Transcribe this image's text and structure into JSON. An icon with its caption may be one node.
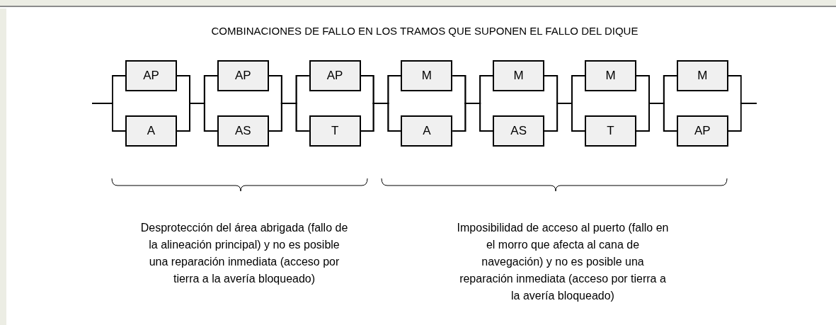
{
  "diagram": {
    "title": "COMBINACIONES DE FALLO EN LOS TRAMOS QUE SUPONEN EL FALLO DEL DIQUE",
    "nodes": [
      {
        "text": [
          "AP"
        ]
      },
      {
        "text": [
          "A"
        ]
      },
      {
        "text": [
          "AP"
        ]
      },
      {
        "text": [
          "AS"
        ]
      },
      {
        "text": [
          "AP"
        ]
      },
      {
        "text": [
          "T"
        ]
      },
      {
        "text": [
          "M"
        ]
      },
      {
        "text": [
          "A"
        ]
      },
      {
        "text": [
          "M"
        ]
      },
      {
        "text": [
          "AS"
        ]
      },
      {
        "text": [
          "M"
        ]
      },
      {
        "text": [
          "T"
        ]
      },
      {
        "text": [
          "M"
        ]
      },
      {
        "text": [
          "AP"
        ]
      }
    ],
    "edges": [
      {
        "from": null,
        "to": 0,
        "arrow": "none"
      },
      {
        "from": null,
        "to": 1,
        "arrow": "none"
      },
      {
        "from": 0,
        "to": 2,
        "arrow": "none"
      },
      {
        "from": 0,
        "to": 3,
        "arrow": "none"
      },
      {
        "from": 1,
        "to": 2,
        "arrow": "none"
      },
      {
        "from": 1,
        "to": 3,
        "arrow": "none"
      },
      {
        "from": 2,
        "to": 4,
        "arrow": "none"
      },
      {
        "from": 2,
        "to": 5,
        "arrow": "none"
      },
      {
        "from": 3,
        "to": 4,
        "arrow": "none"
      },
      {
        "from": 3,
        "to": 5,
        "arrow": "none"
      },
      {
        "from": 4,
        "to": 6,
        "arrow": "none"
      },
      {
        "from": 4,
        "to": 7,
        "arrow": "none"
      },
      {
        "from": 5,
        "to": 6,
        "arrow": "none"
      },
      {
        "from": 5,
        "to": 7,
        "arrow": "none"
      },
      {
        "from": 6,
        "to": 8,
        "arrow": "none"
      },
      {
        "from": 6,
        "to": 9,
        "arrow": "none"
      },
      {
        "from": 7,
        "to": 8,
        "arrow": "none"
      },
      {
        "from": 7,
        "to": 9,
        "arrow": "none"
      },
      {
        "from": 8,
        "to": 10,
        "arrow": "none"
      },
      {
        "from": 8,
        "to": 11,
        "arrow": "none"
      },
      {
        "from": 9,
        "to": 10,
        "arrow": "none"
      },
      {
        "from": 9,
        "to": 11,
        "arrow": "none"
      },
      {
        "from": 10,
        "to": 12,
        "arrow": "none"
      },
      {
        "from": 10,
        "to": 13,
        "arrow": "none"
      },
      {
        "from": 11,
        "to": 12,
        "arrow": "none"
      },
      {
        "from": 11,
        "to": 13,
        "arrow": "none"
      },
      {
        "from": 12,
        "to": null,
        "arrow": "none"
      },
      {
        "from": 13,
        "to": null,
        "arrow": "none"
      }
    ],
    "labels": [
      "Desprotección del área abrigada (fallo de la alineación principal) y no es posible una reparación inmediata (acceso por tierra a la avería bloqueado)",
      "Imposibilidad de acceso al puerto (fallo en el morro que afecta al cana de navegación) y no es posible una reparación inmediata (acceso por tierra a la avería bloqueado)"
    ]
  }
}
